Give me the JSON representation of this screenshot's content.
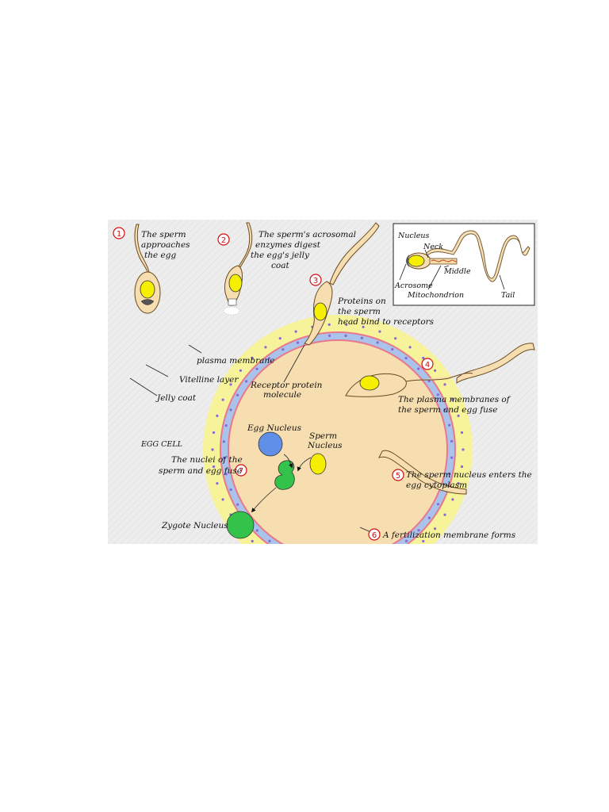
{
  "steps": {
    "s1": {
      "num": "1",
      "line1": "The sperm",
      "line2": "approaches",
      "line3": "the egg"
    },
    "s2": {
      "num": "2",
      "line1": "The sperm's acrosomal",
      "line2": "enzymes digest",
      "line3": "the egg's jelly",
      "line4": "coat"
    },
    "s3": {
      "num": "3",
      "line1": "Proteins on",
      "line2": "the sperm",
      "line3": "head bind to receptors"
    },
    "s4": {
      "num": "4",
      "line1": "The plasma membranes of",
      "line2": "the sperm and egg fuse"
    },
    "s5": {
      "num": "5",
      "line1": "The sperm nucleus enters the",
      "line2": "egg cytoplasm"
    },
    "s6": {
      "num": "6",
      "line1": "A fertilization membrane forms"
    },
    "s7": {
      "num": "7",
      "line1": "The nuclei of the",
      "line2": "sperm and egg fuse"
    }
  },
  "labels": {
    "plasma_membrane": "plasma membrane",
    "vitelline_layer": "Vitelline layer",
    "jelly_coat": "Jelly coat",
    "receptor_1": "Receptor protein",
    "receptor_2": "molecule",
    "egg_cell": "EGG CELL",
    "egg_nucleus": "Egg Nucleus",
    "sperm_nucleus_1": "Sperm",
    "sperm_nucleus_2": "Nucleus",
    "zygote_nucleus": "Zygote Nucleus"
  },
  "inset": {
    "nucleus": "Nucleus",
    "neck": "Neck",
    "middle": "Middle",
    "acrosome": "Acrosome",
    "mitochondrion": "Mitochondrion",
    "tail": "Tail"
  },
  "colors": {
    "background": "#ececec",
    "jelly": "#f7f39a",
    "vitelline": "#a9c3ea",
    "plasma": "#e9788d",
    "cytoplasm": "#f7deb0",
    "egg_nucleus": "#5f8fe6",
    "sperm_nucleus": "#f6f000",
    "zygote": "#33c24a",
    "dots": "#8a66d8"
  }
}
